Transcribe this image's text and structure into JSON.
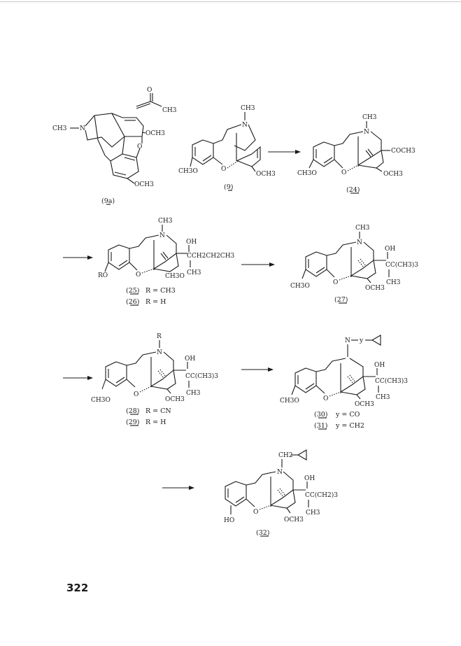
{
  "page_number": "322",
  "structures": {
    "s9a": {
      "label": "(9a)",
      "vinylketone_o": "O",
      "vinylketone_me": "CH3",
      "n_methyl": "CH3",
      "n": "N",
      "ome_upper": "OCH3",
      "o_bridge": "O",
      "ome_lower": "OCH3"
    },
    "s9": {
      "label": "(9)",
      "n_methyl": "CH3",
      "n": "N",
      "ome_left": "CH3O",
      "o_bridge": "O",
      "ome_right": "OCH3"
    },
    "s24": {
      "label": "(24)",
      "n_methyl": "CH3",
      "n": "N",
      "acetyl": "COCH3",
      "ome_left": "CH3O",
      "o_bridge": "O",
      "ome_right": "OCH3"
    },
    "s25": {
      "n_methyl": "CH3",
      "n": "N",
      "oh": "OH",
      "side_chain": "CCH2CH2CH3",
      "side_me": "CH3",
      "ro": "RO",
      "o_bridge": "O",
      "ome": "CH3O",
      "legend_25_num": "(25)",
      "legend_25_r": "R = CH3",
      "legend_26_num": "(26)",
      "legend_26_r": "R = H"
    },
    "s27": {
      "label": "(27)",
      "n_methyl": "CH3",
      "n": "N",
      "oh": "OH",
      "side_chain": "CC(CH3)3",
      "side_me": "CH3",
      "ome_left": "CH3O",
      "o_bridge": "O",
      "ome_right": "OCH3"
    },
    "s28": {
      "n_sub": "R",
      "n": "N",
      "oh": "OH",
      "side_chain": "CC(CH3)3",
      "side_me": "CH3",
      "ome_left": "CH3O",
      "o_bridge": "O",
      "ome_right": "OCH3",
      "legend_28_num": "(28)",
      "legend_28_r": "R = CN",
      "legend_29_num": "(29)",
      "legend_29_r": "R = H"
    },
    "s30": {
      "n_sub": "N",
      "y": "y",
      "oh": "OH",
      "side_chain": "CC(CH3)3",
      "side_me": "CH3",
      "ome_left": "CH3O",
      "o_bridge": "O",
      "ome_right": "OCH3",
      "legend_30_num": "(30)",
      "legend_30_y": "y = CO",
      "legend_31_num": "(31)",
      "legend_31_y": "y = CH2"
    },
    "s32": {
      "label": "(32)",
      "n_sub": "CH2",
      "n": "N",
      "oh": "OH",
      "side_chain": "CC(CH2)3",
      "side_me": "CH3",
      "ho": "HO",
      "o_bridge": "O",
      "ome": "OCH3"
    }
  }
}
